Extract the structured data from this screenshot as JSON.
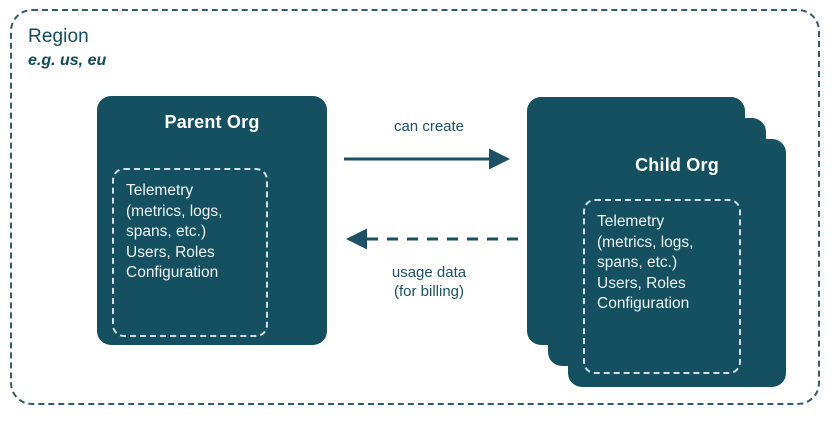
{
  "region": {
    "title": "Region",
    "subtitle": "e.g. us, eu"
  },
  "parent_org": {
    "title": "Parent Org",
    "contents": "Telemetry\n(metrics, logs,\nspans, etc.)\nUsers, Roles\nConfiguration"
  },
  "child_org": {
    "title": "Child Org",
    "contents": "Telemetry\n(metrics, logs,\nspans, etc.)\nUsers, Roles\nConfiguration",
    "stack_count": 3
  },
  "edges": {
    "can_create": "can create",
    "usage_data": "usage data\n(for billing)"
  },
  "colors": {
    "card_fill": "#14505f",
    "accent_text": "#134a5c",
    "region_border": "#2f5d6b",
    "inner_dash": "#cfdfe4",
    "card_text": "#ffffff",
    "background": "#ffffff"
  }
}
